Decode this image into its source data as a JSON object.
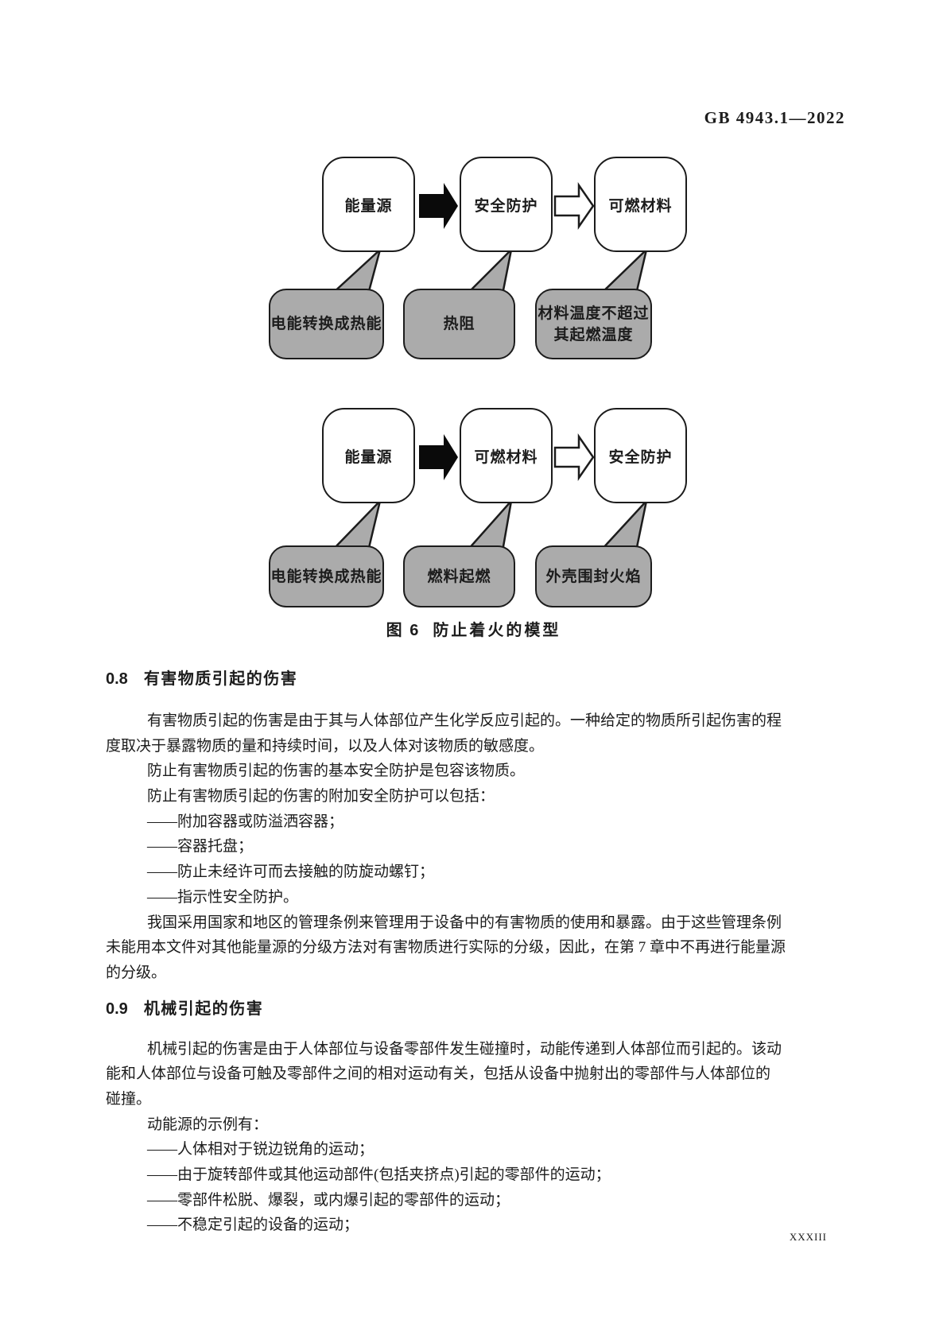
{
  "header": {
    "standard_number": "GB 4943.1—2022"
  },
  "figure": {
    "caption_num": "图 6",
    "caption_text": "防止着火的模型",
    "rows": [
      {
        "boxes": [
          "能量源",
          "安全防护",
          "可燃材料"
        ],
        "callouts": [
          [
            "电能转换成热能"
          ],
          [
            "热阻"
          ],
          [
            "材料温度不超过",
            "其起燃温度"
          ]
        ]
      },
      {
        "boxes": [
          "能量源",
          "可燃材料",
          "安全防护"
        ],
        "callouts": [
          [
            "电能转换成热能"
          ],
          [
            "燃料起燃"
          ],
          [
            "外壳围封火焰"
          ]
        ]
      }
    ],
    "colors": {
      "callout_fill": "#ababab",
      "stroke": "#1c1c1c",
      "box_fill": "#ffffff",
      "solid_arrow": "#0a0a0a"
    }
  },
  "section_08": {
    "num": "0.8",
    "title": "有害物质引起的伤害",
    "lines": [
      {
        "text": "有害物质引起的伤害是由于其与人体部位产生化学反应引起的。一种给定的物质所引起伤害的程"
      },
      {
        "text": "度取决于暴露物质的量和持续时间，以及人体对该物质的敏感度。"
      },
      {
        "text": "防止有害物质引起的伤害的基本安全防护是包容该物质。"
      },
      {
        "text": "防止有害物质引起的伤害的附加安全防护可以包括："
      },
      {
        "text": "——附加容器或防溢洒容器；"
      },
      {
        "text": "——容器托盘；"
      },
      {
        "text": "——防止未经许可而去接触的防旋动螺钉；"
      },
      {
        "text": "——指示性安全防护。"
      },
      {
        "text": "我国采用国家和地区的管理条例来管理用于设备中的有害物质的使用和暴露。由于这些管理条例"
      },
      {
        "text": "未能用本文件对其他能量源的分级方法对有害物质进行实际的分级，因此，在第 7 章中不再进行能量源"
      },
      {
        "text": "的分级。"
      }
    ]
  },
  "section_09": {
    "num": "0.9",
    "title": "机械引起的伤害",
    "lines": [
      {
        "text": "机械引起的伤害是由于人体部位与设备零部件发生碰撞时，动能传递到人体部位而引起的。该动"
      },
      {
        "text": "能和人体部位与设备可触及零部件之间的相对运动有关，包括从设备中抛射出的零部件与人体部位的"
      },
      {
        "text": "碰撞。"
      },
      {
        "text": "动能源的示例有："
      },
      {
        "text": "——人体相对于锐边锐角的运动；"
      },
      {
        "text": "——由于旋转部件或其他运动部件(包括夹挤点)引起的零部件的运动；"
      },
      {
        "text": "——零部件松脱、爆裂，或内爆引起的零部件的运动；"
      },
      {
        "text": "——不稳定引起的设备的运动；"
      }
    ]
  },
  "footer": {
    "page_number": "XXXIII"
  }
}
